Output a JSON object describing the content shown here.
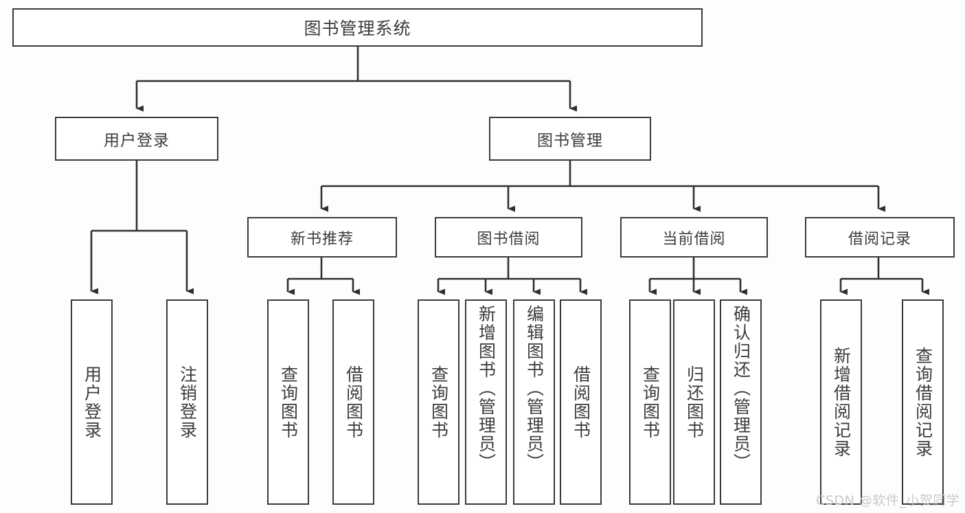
{
  "diagram": {
    "type": "tree",
    "title": "图书管理系统",
    "orientation": "top-down",
    "edge_color": "#3a3a3a",
    "node_border_color": "#3a3a3a",
    "node_fill_color": "#ffffff",
    "text_color": "#3c3c3c",
    "background_color": "#fdfdfd"
  },
  "root": {
    "label": "图书管理系统"
  },
  "level2": [
    {
      "label": "用户登录"
    },
    {
      "label": "图书管理"
    }
  ],
  "level3": [
    {
      "label": "新书推荐"
    },
    {
      "label": "图书借阅"
    },
    {
      "label": "当前借阅"
    },
    {
      "label": "借阅记录"
    }
  ],
  "leaves": {
    "user_login": [
      {
        "label": "用户登录"
      },
      {
        "label": "注销登录"
      }
    ],
    "new_book_recommend": [
      {
        "label": "查询图书"
      },
      {
        "label": "借阅图书"
      }
    ],
    "book_borrow": [
      {
        "label": "查询图书"
      },
      {
        "label": "新增图书（管理员）"
      },
      {
        "label": "编辑图书（管理员）"
      },
      {
        "label": "借阅图书"
      }
    ],
    "current_borrow": [
      {
        "label": "查询图书"
      },
      {
        "label": "归还图书"
      },
      {
        "label": "确认归还（管理员）"
      }
    ],
    "borrow_record": [
      {
        "label": "新增借阅记录"
      },
      {
        "label": "查询借阅记录"
      }
    ]
  },
  "watermark": {
    "text": "CSDN @软件_小贺同学"
  }
}
